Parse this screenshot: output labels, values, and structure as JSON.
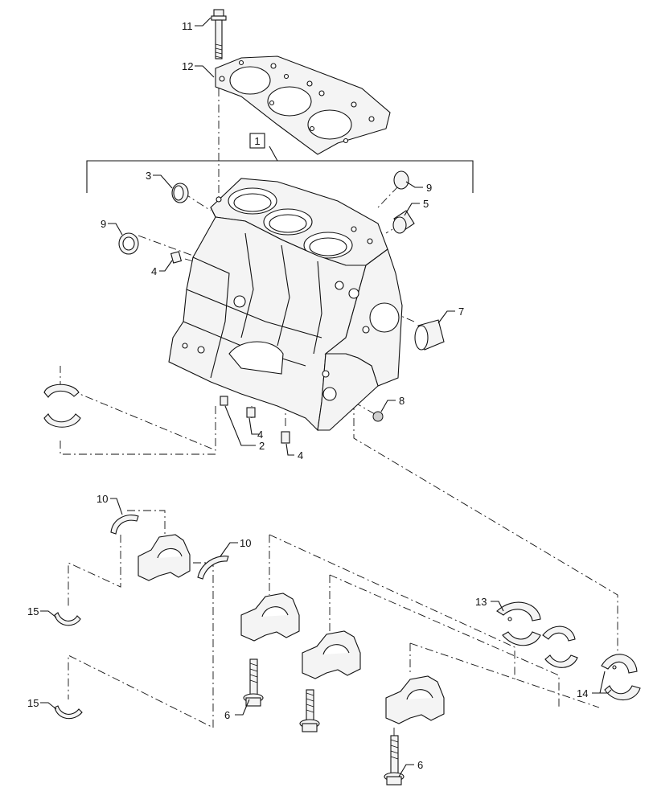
{
  "callouts": {
    "c1": "1",
    "c2": "2",
    "c3": "3",
    "c4a": "4",
    "c4b": "4",
    "c4c": "4",
    "c5": "5",
    "c6a": "6",
    "c6b": "6",
    "c7": "7",
    "c8": "8",
    "c9a": "9",
    "c9b": "9",
    "c10a": "10",
    "c10b": "10",
    "c11": "11",
    "c12": "12",
    "c13": "13",
    "c14": "14",
    "c15a": "15",
    "c15b": "15"
  }
}
